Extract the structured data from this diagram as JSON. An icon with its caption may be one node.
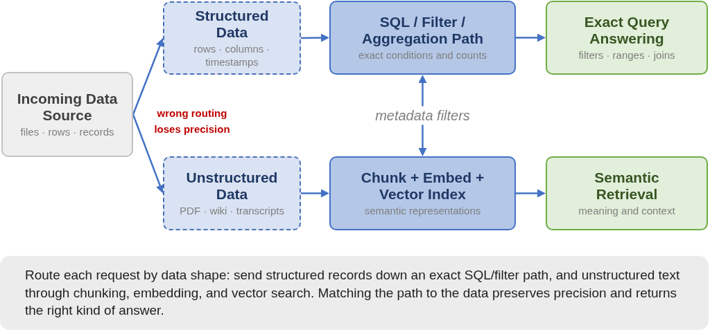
{
  "diagram": {
    "caption": "Route each request by data shape: send structured records down an exact SQL/filter path, and unstructured text through chunking, embedding, and vector search. Matching the path to the data preserves precision and returns the right kind of answer.",
    "nodes": [
      {
        "text": [
          "Incoming Data Source",
          "files · rows · records"
        ]
      },
      {
        "text": [
          "Structured Data",
          "rows · columns · timestamps"
        ]
      },
      {
        "text": [
          "Unstructured Data",
          "PDF · wiki · transcripts"
        ]
      },
      {
        "text": [
          "SQL / Filter / Aggregation Path",
          "exact conditions and counts"
        ]
      },
      {
        "text": [
          "Chunk + Embed + Vector Index",
          "semantic representations"
        ]
      },
      {
        "text": [
          "Exact Query Answering",
          "filters · ranges · joins"
        ]
      },
      {
        "text": [
          "Semantic Retrieval",
          "meaning and context"
        ]
      }
    ],
    "edges": [
      {
        "from": 0,
        "to": 1,
        "arrow": "to"
      },
      {
        "from": 0,
        "to": 2,
        "arrow": "to"
      },
      {
        "from": 1,
        "to": 3,
        "arrow": "to"
      },
      {
        "from": 2,
        "to": 4,
        "arrow": "to"
      },
      {
        "from": 3,
        "to": 5,
        "arrow": "to"
      },
      {
        "from": 4,
        "to": 6,
        "arrow": "to"
      },
      {
        "from": 3,
        "to": 4,
        "arrow": "both",
        "label": "metadata filters"
      }
    ],
    "labels": [
      "wrong routing loses precision"
    ]
  }
}
